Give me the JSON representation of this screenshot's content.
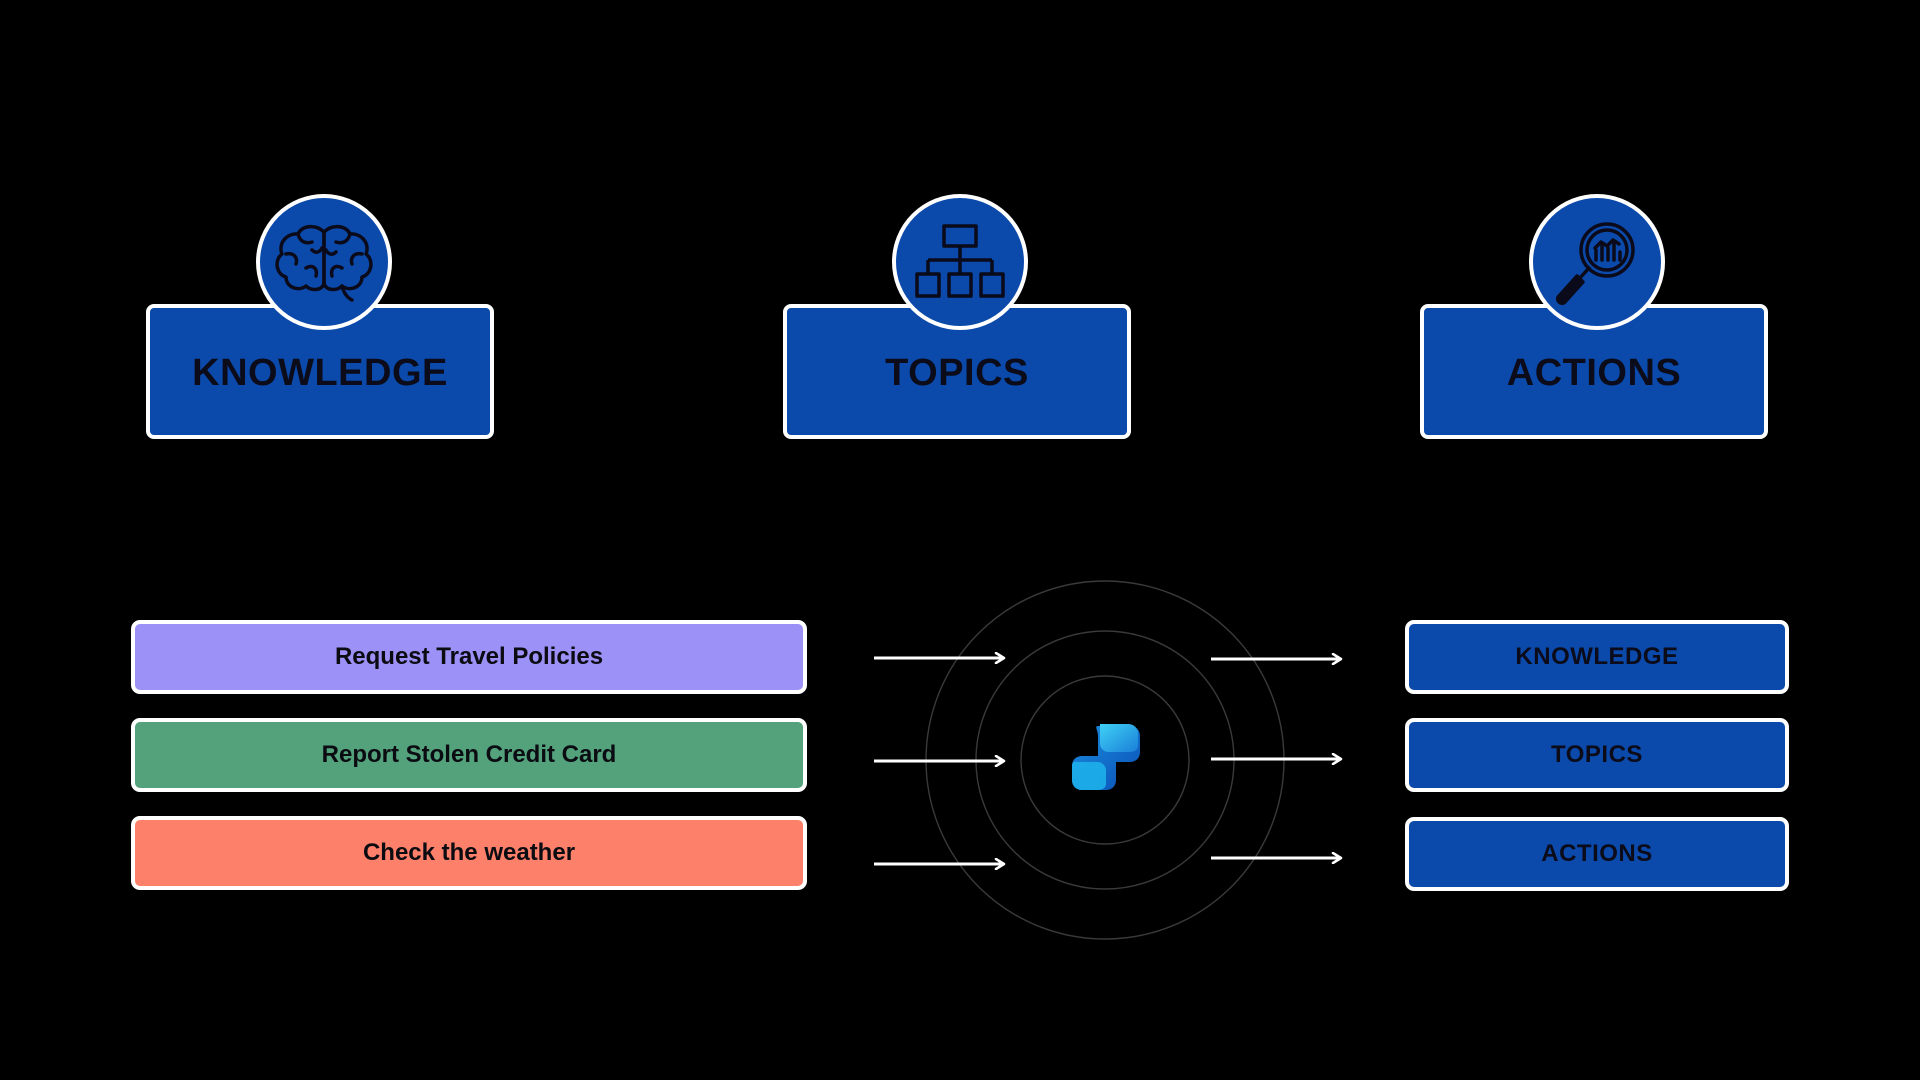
{
  "categories": [
    {
      "label": "KNOWLEDGE",
      "icon": "brain-icon"
    },
    {
      "label": "TOPICS",
      "icon": "hierarchy-icon"
    },
    {
      "label": "ACTIONS",
      "icon": "magnifier-chart-icon"
    }
  ],
  "intents": [
    {
      "label": "Request Travel Policies",
      "color": "#9c91f7"
    },
    {
      "label": "Report Stolen Credit Card",
      "color": "#53a27c"
    },
    {
      "label": "Check the weather",
      "color": "#fd806a"
    }
  ],
  "targets": [
    {
      "label": "KNOWLEDGE"
    },
    {
      "label": "TOPICS"
    },
    {
      "label": "ACTIONS"
    }
  ],
  "hub": {
    "icon": "copilot-logo"
  },
  "colors": {
    "background": "#000000",
    "card_blue": "#0b4aab",
    "border": "#ffffff",
    "ring": "#3a3a3a"
  }
}
